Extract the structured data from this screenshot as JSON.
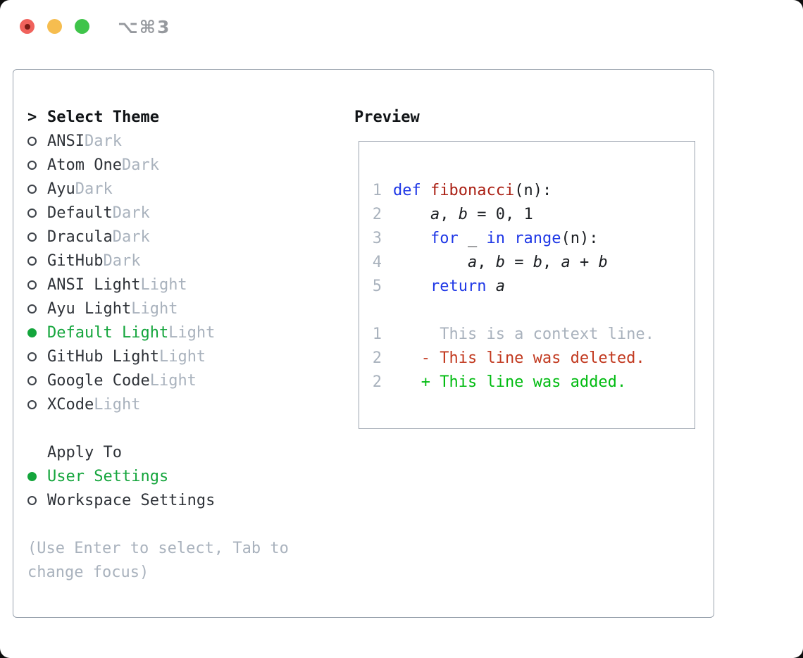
{
  "window": {
    "shortcut": "⌥⌘3"
  },
  "theme_panel": {
    "prefix": ">",
    "title": "Select Theme",
    "themes": [
      {
        "name": "ANSI",
        "tag": "Dark",
        "selected": false
      },
      {
        "name": "Atom One",
        "tag": "Dark",
        "selected": false
      },
      {
        "name": "Ayu",
        "tag": "Dark",
        "selected": false
      },
      {
        "name": "Default",
        "tag": "Dark",
        "selected": false
      },
      {
        "name": "Dracula",
        "tag": "Dark",
        "selected": false
      },
      {
        "name": "GitHub",
        "tag": "Dark",
        "selected": false
      },
      {
        "name": "ANSI Light",
        "tag": "Light",
        "selected": false
      },
      {
        "name": "Ayu Light",
        "tag": "Light",
        "selected": false
      },
      {
        "name": "Default Light",
        "tag": "Light",
        "selected": true
      },
      {
        "name": "GitHub Light",
        "tag": "Light",
        "selected": false
      },
      {
        "name": "Google Code",
        "tag": "Light",
        "selected": false
      },
      {
        "name": "XCode",
        "tag": "Light",
        "selected": false
      }
    ],
    "apply_to": {
      "title": "Apply To",
      "options": [
        {
          "label": "User Settings",
          "selected": true
        },
        {
          "label": "Workspace Settings",
          "selected": false
        }
      ]
    },
    "help_lines": [
      "(Use Enter to select, Tab to",
      "change focus)"
    ]
  },
  "preview": {
    "title": "Preview",
    "lines": [
      {
        "num": "1",
        "kind": "code",
        "tokens": [
          [
            "kw",
            "def"
          ],
          [
            "pl",
            " "
          ],
          [
            "fn",
            "fibonacci"
          ],
          [
            "pl",
            "(n):"
          ]
        ]
      },
      {
        "num": "2",
        "kind": "code",
        "tokens": [
          [
            "pl",
            "    "
          ],
          [
            "var",
            "a"
          ],
          [
            "pl",
            ", "
          ],
          [
            "var",
            "b"
          ],
          [
            "pl",
            " = 0, 1"
          ]
        ]
      },
      {
        "num": "3",
        "kind": "code",
        "tokens": [
          [
            "pl",
            "    "
          ],
          [
            "kw",
            "for"
          ],
          [
            "pl",
            " _ "
          ],
          [
            "kw",
            "in"
          ],
          [
            "pl",
            " "
          ],
          [
            "kw",
            "range"
          ],
          [
            "pl",
            "(n):"
          ]
        ]
      },
      {
        "num": "4",
        "kind": "code",
        "tokens": [
          [
            "pl",
            "        "
          ],
          [
            "var",
            "a"
          ],
          [
            "pl",
            ", "
          ],
          [
            "var",
            "b"
          ],
          [
            "pl",
            " = "
          ],
          [
            "var",
            "b"
          ],
          [
            "pl",
            ", "
          ],
          [
            "var",
            "a"
          ],
          [
            "pl",
            " + "
          ],
          [
            "var",
            "b"
          ]
        ]
      },
      {
        "num": "5",
        "kind": "code",
        "tokens": [
          [
            "pl",
            "    "
          ],
          [
            "kw",
            "return"
          ],
          [
            "pl",
            " "
          ],
          [
            "var",
            "a"
          ]
        ]
      },
      {
        "num": "",
        "kind": "blank",
        "tokens": []
      },
      {
        "num": "1",
        "kind": "context",
        "tokens": [
          [
            "ctx",
            "     This is a context line."
          ]
        ]
      },
      {
        "num": "2",
        "kind": "deleted",
        "tokens": [
          [
            "del",
            "   - This line was deleted."
          ]
        ]
      },
      {
        "num": "2",
        "kind": "added",
        "tokens": [
          [
            "add",
            "   + This line was added."
          ]
        ]
      }
    ]
  },
  "colors": {
    "text": "#2e3238",
    "code": "#1a1d21",
    "muted": "#a9b2bd",
    "border": "#9aa3ae",
    "sel": "#14a53c",
    "kw": "#1e37e6",
    "fn": "#aa1f13",
    "del": "#c23a20",
    "add": "#00bb10",
    "shortcut": "#96999e",
    "tl_red": "#f0625c",
    "tl_red_dot": "#7a1b15",
    "tl_yellow": "#f6bd4f",
    "tl_green": "#3fc44a"
  }
}
